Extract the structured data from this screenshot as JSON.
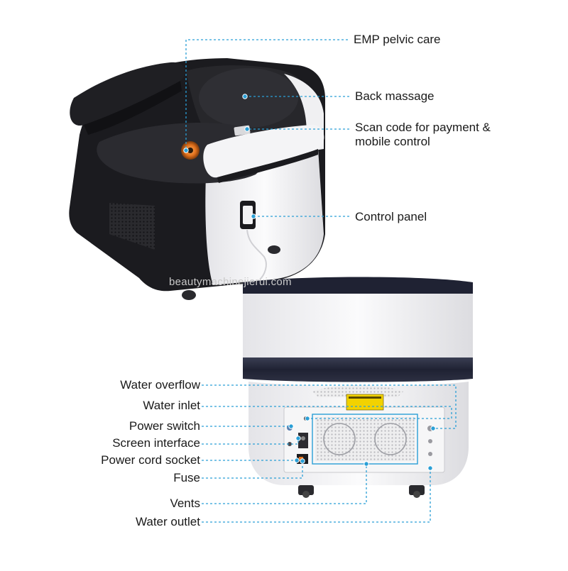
{
  "watermark": "beautymachinejierui.com",
  "colors": {
    "callout": "#2a9fd6",
    "body_black": "#1b1b1f",
    "body_white": "#f3f3f5",
    "accent_orange": "#e0701c",
    "warning_yellow": "#f2d200"
  },
  "top_callouts": [
    {
      "id": "emp",
      "lines": [
        "EMP pelvic care"
      ]
    },
    {
      "id": "back",
      "lines": [
        "Back massage"
      ]
    },
    {
      "id": "scan",
      "lines": [
        "Scan code for payment &",
        "mobile control"
      ]
    },
    {
      "id": "panel",
      "lines": [
        "Control panel"
      ]
    }
  ],
  "bottom_callouts": [
    {
      "id": "overflow",
      "label": "Water overflow"
    },
    {
      "id": "inlet",
      "label": "Water inlet"
    },
    {
      "id": "power",
      "label": "Power switch"
    },
    {
      "id": "screen",
      "label": "Screen interface"
    },
    {
      "id": "cord",
      "label": "Power cord socket"
    },
    {
      "id": "fuse",
      "label": "Fuse"
    },
    {
      "id": "vents",
      "label": "Vents"
    },
    {
      "id": "outlet",
      "label": "Water outlet"
    }
  ]
}
